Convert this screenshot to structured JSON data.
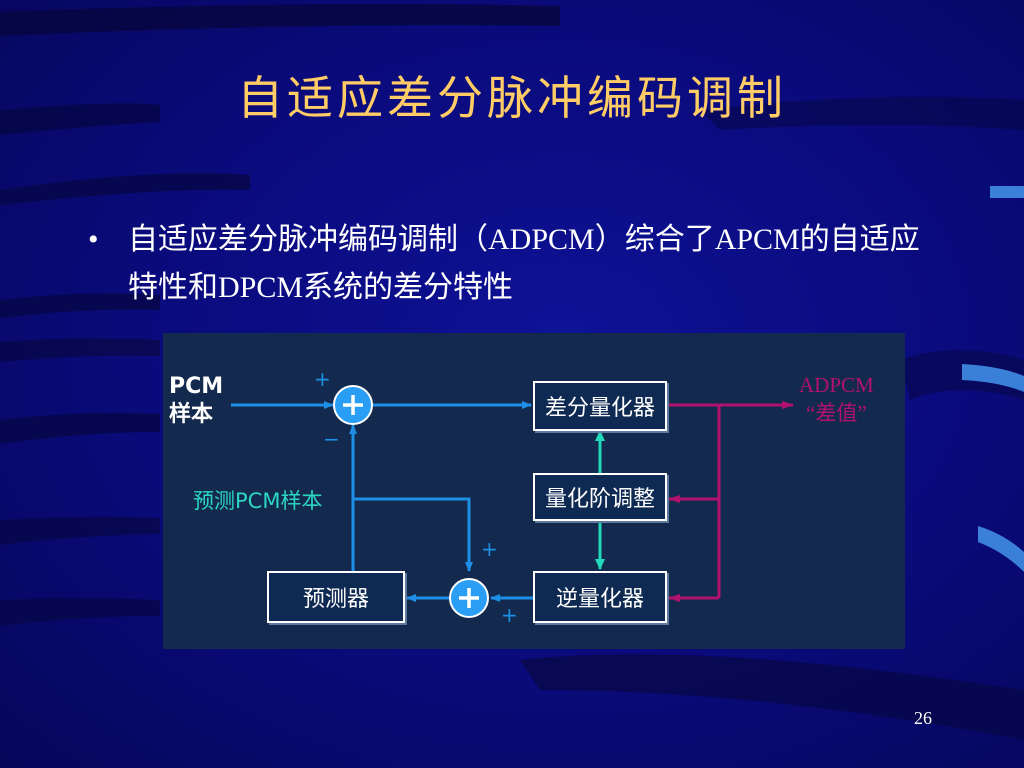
{
  "slide": {
    "title": "自适应差分脉冲编码调制",
    "bullet_marker": "•",
    "bullet_text": "自适应差分脉冲编码调制（ADPCM）综合了APCM的自适应特性和DPCM系统的差分特性",
    "page_number": "26"
  },
  "diagram": {
    "input_label_line1": "PCM",
    "input_label_line2": "样本",
    "output_label_line1": "ADPCM",
    "output_label_line2": "“差值”",
    "predicted_label": "预测PCM样本",
    "blocks": {
      "diff_quantizer": "差分量化器",
      "step_adjust": "量化阶调整",
      "inverse_quantizer": "逆量化器",
      "predictor": "预测器"
    },
    "signs": {
      "adder1_plus": "+",
      "adder1_minus": "−",
      "adder2_plus_top": "+",
      "adder2_plus_bottom": "+",
      "adder_symbol": "+"
    }
  },
  "colors": {
    "background": "#0a0a7a",
    "title": "#ffcc66",
    "text": "#ffffff",
    "arrow_blue": "#1e8fe6",
    "arrow_magenta": "#b0126e",
    "arrow_cyan": "#22d8b8",
    "label_cyan": "#2cd7c2",
    "adder_fill": "#2a9df4"
  }
}
